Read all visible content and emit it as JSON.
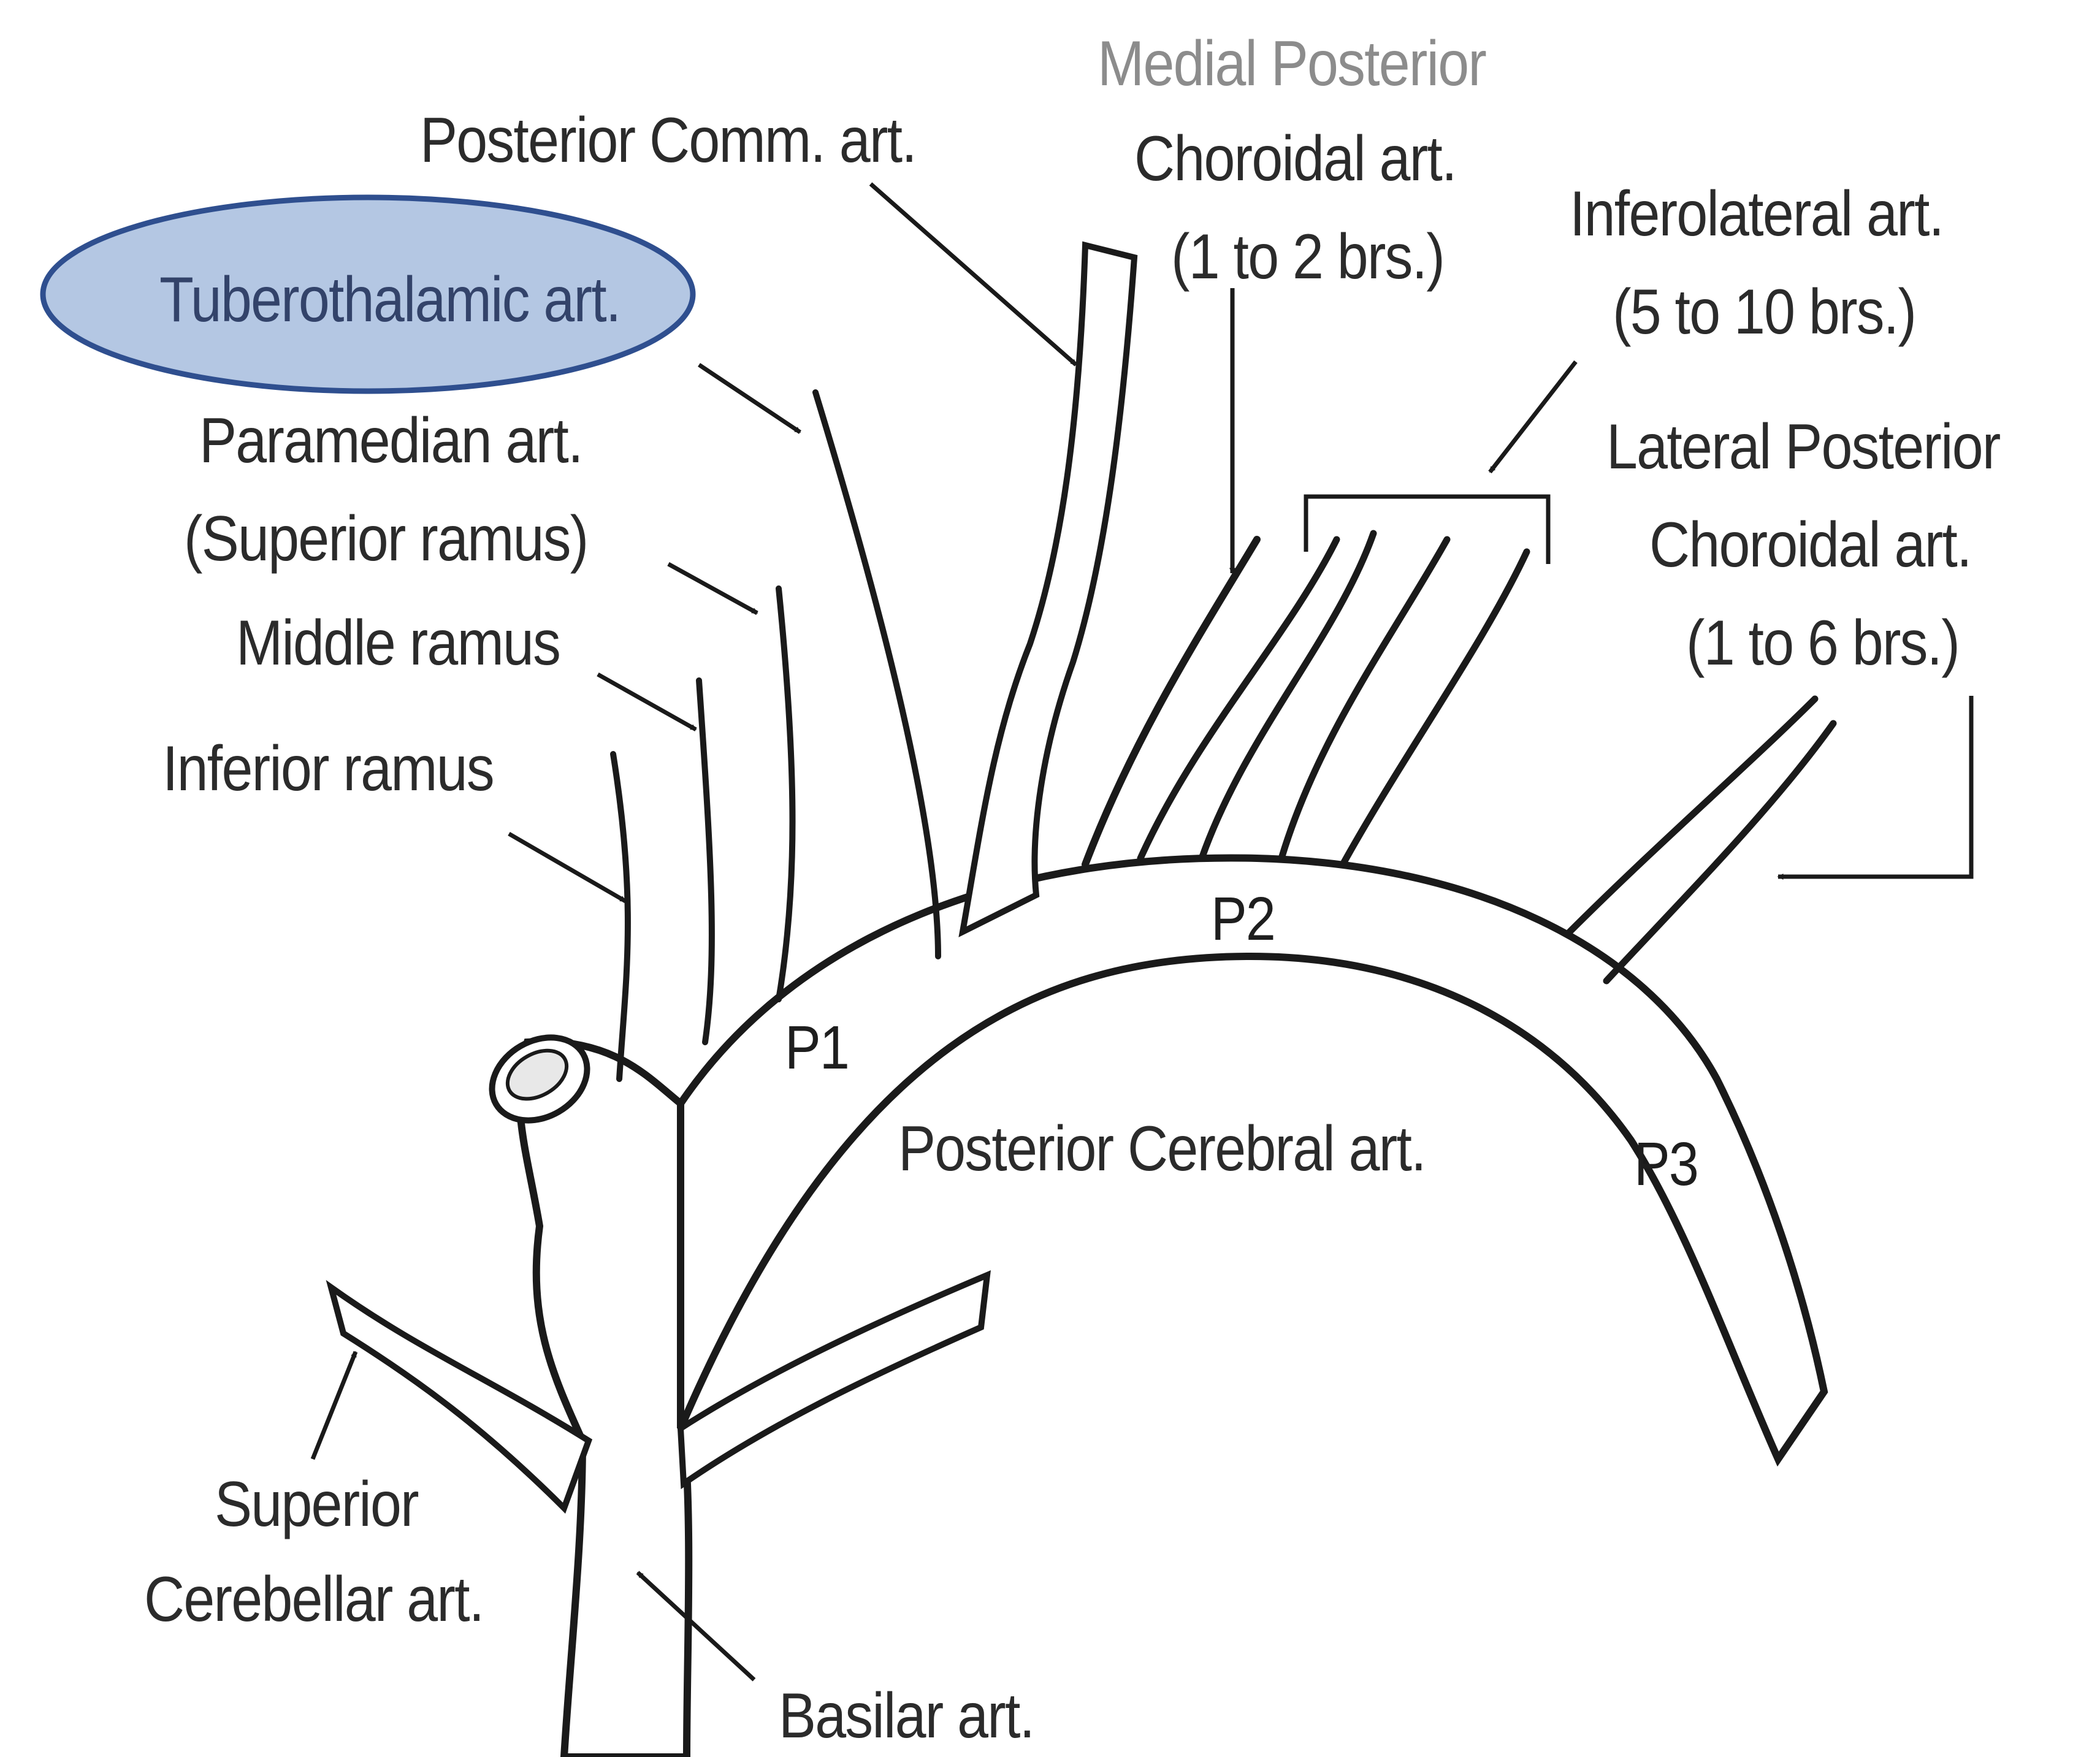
{
  "labels": {
    "medial_posterior_line1": "Medial Posterior",
    "medial_posterior_line2": "Choroidal art.",
    "medial_posterior_line3": "(1 to 2 brs.)",
    "posterior_comm": "Posterior Comm. art.",
    "inferolateral_line1": "Inferolateral art.",
    "inferolateral_line2": "(5 to 10 brs.)",
    "tuberothalamic": "Tuberothalamic art.",
    "paramedian_line1": "Paramedian art.",
    "paramedian_line2": "(Superior ramus)",
    "middle_ramus": "Middle ramus",
    "inferior_ramus": "Inferior ramus",
    "lateral_posterior_line1": "Lateral Posterior",
    "lateral_posterior_line2": "Choroidal art.",
    "lateral_posterior_line3": "(1 to 6 brs.)",
    "p1": "P1",
    "p2": "P2",
    "p3": "P3",
    "posterior_cerebral": "Posterior Cerebral art.",
    "superior_cerebellar_line1": "Superior",
    "superior_cerebellar_line2": "Cerebellar art.",
    "basilar": "Basilar art."
  },
  "colors": {
    "highlight_fill": "#b4c7e3",
    "highlight_stroke": "#2f4f8f",
    "ink": "#1a1a1a",
    "vessel_fill": "#ffffff"
  }
}
